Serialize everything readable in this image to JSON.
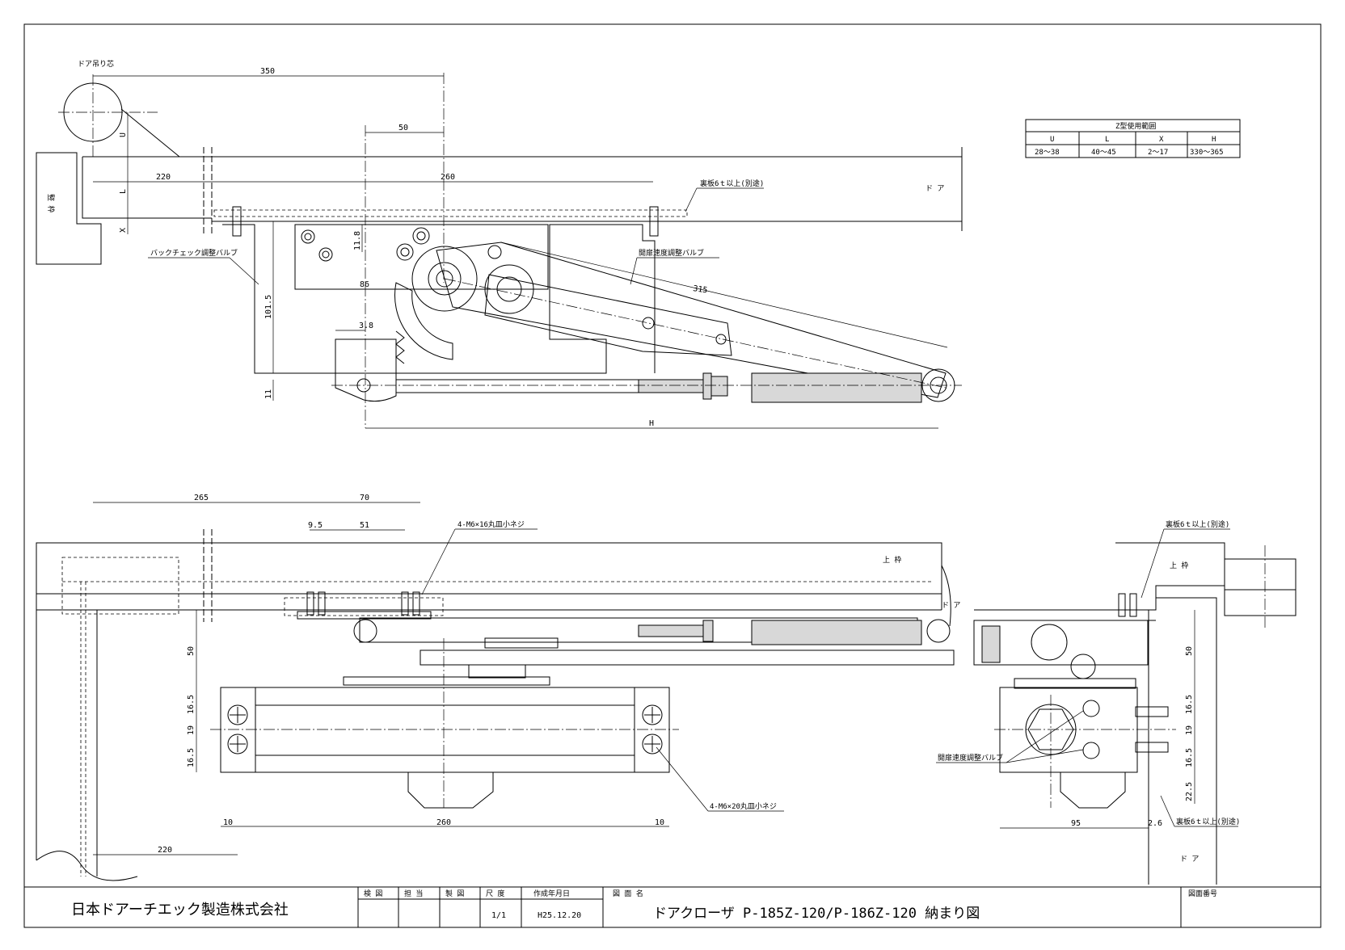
{
  "upper_view": {
    "labels": {
      "door_pivot": "ドア吊り芯",
      "frame": "竪 枠",
      "door": "ド ア",
      "reinforcement": "裏板6ｔ以上(別途)",
      "backcheck_valve": "バックチェック調整バルブ",
      "speed_valve": "開扉速度調整バルブ"
    },
    "dims": {
      "d350": "350",
      "d50": "50",
      "d220": "220",
      "d260": "260",
      "d118": "11.8",
      "d86": "86",
      "d1015": "101.5",
      "d38": "3.8",
      "d11": "11",
      "d315": "315",
      "dH": "H",
      "dU": "U",
      "dL": "L",
      "dX": "X"
    }
  },
  "range_table": {
    "title": "Z型使用範囲",
    "headers": [
      "U",
      "L",
      "X",
      "H"
    ],
    "values": [
      "28～38",
      "40～45",
      "2～17",
      "330～365"
    ]
  },
  "front_view": {
    "labels": {
      "top_frame": "上 枠",
      "door": "ド ア",
      "screw_top": "4-M6×16丸皿小ネジ",
      "screw_bottom": "4-M6×20丸皿小ネジ"
    },
    "dims": {
      "d265": "265",
      "d70": "70",
      "d95a": "9.5",
      "d51": "51",
      "d50": "50",
      "d165a": "16.5",
      "d19": "19",
      "d165b": "16.5",
      "d10a": "10",
      "d260": "260",
      "d10b": "10",
      "d220": "220"
    }
  },
  "side_view": {
    "labels": {
      "reinforcement_top": "裏板6ｔ以上(別途)",
      "top_frame": "上 枠",
      "speed_valve": "開扉速度調整バルブ",
      "reinforcement_bottom": "裏板6ｔ以上(別途)",
      "door": "ド ア"
    },
    "dims": {
      "d50": "50",
      "d165a": "16.5",
      "d19": "19",
      "d165b": "16.5",
      "d225": "22.5",
      "d95": "95",
      "d26": "2.6"
    }
  },
  "title_block": {
    "company": "日本ドアーチエック製造株式会社",
    "headers": {
      "inspect": "検 図",
      "charge": "担 当",
      "draw": "製 図",
      "scale": "尺 度",
      "date": "作成年月日",
      "drawing_name": "図 面 名",
      "drawing_number": "図面番号"
    },
    "scale": "1/1",
    "date": "H25.12.20",
    "drawing_title": "ドアクローザ P-185Z-120/P-186Z-120 納まり図"
  }
}
